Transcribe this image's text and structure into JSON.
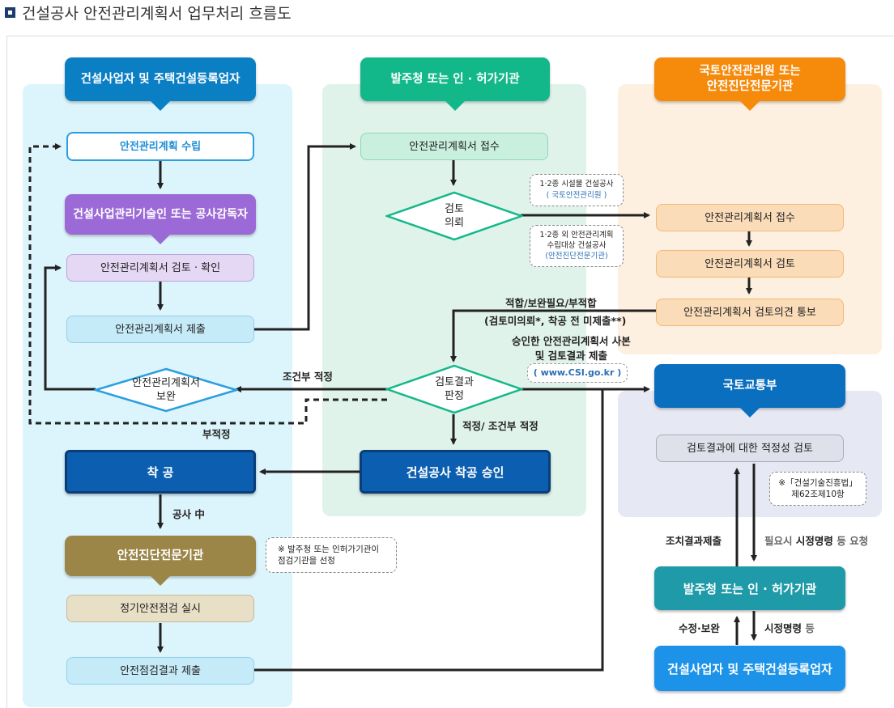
{
  "page_title": "건설공사 안전관리계획서 업무처리 흐름도",
  "columns": {
    "contractor": "건설사업자 및 주택건설등록업자",
    "orderer": "발주청 또는 인 · 허가기관",
    "kalis": "국토안전관리원 또는\n안전진단전문기관",
    "molit": "국토교통부"
  },
  "contractor_flow": {
    "plan": "안전관리계획 수립",
    "supervisor": "건설사업관리기술인 또는 공사감독자",
    "review_confirm": "안전관리계획서 검토 ·  확인",
    "submit": "안전관리계획서 제출",
    "supplement": "안전관리계획서\n보완",
    "start": "착 공",
    "under_construction": "공사 中",
    "expert_org": "안전진단전문기관",
    "regular_inspection": "정기안전점검 실시",
    "inspection_result": "안전점검결과 제출",
    "expert_note": "※ 발주청 또는 인허가기관이\n점검기관을 선정"
  },
  "orderer_flow": {
    "receive": "안전관리계획서 접수",
    "review_request": "검토\n의뢰",
    "judgement": "검토결과\n판정",
    "approval": "건설공사 착공 승인",
    "note_kalis_line1": "1·2종 시설물 건설공사",
    "note_kalis_line2": "( 국토안전관리원 )",
    "note_expert_line1": "1·2종 외 안전관리계획\n수립대상 건설공사",
    "note_expert_line2": "(안전진단전문기관)"
  },
  "kalis_flow": {
    "receive": "안전관리계획서 접수",
    "review": "안전관리계획서 검토",
    "notify": "안전관리계획서 검토의견 통보"
  },
  "molit_flow": {
    "adequacy_review": "검토결과에 대한 적정성 검토",
    "law_note": "※「건설기술진흥법」\n제62조제10항",
    "orderer": "발주청 또는 인 · 허가기관",
    "contractor": "건설사업자 및 주택건설등록업자"
  },
  "edge_labels": {
    "result_types": "적합/보완필요/부적합",
    "result_detail": "(검토미의뢰*, 착공 전 미제출**)",
    "approved_copy": "승인한 안전관리계획서 사본\n및 검토결과 제출",
    "csi_url": "( www.CSI.go.kr )",
    "conditional": "조건부 적정",
    "inadequate": "부적정",
    "adequate": "적정/ 조건부 적정",
    "action_result": "조치결과제출",
    "correction_request_prefix": "필요시 ",
    "correction_request_bold": "시정명령",
    "correction_request_suffix": " 등 요청",
    "revise": "수정·보완",
    "correction_order": "시정명령",
    "correction_order_suffix": " 등"
  },
  "colors": {
    "contractor_header": "#0b7fc4",
    "supervisor_header": "#9c6ad6",
    "orderer_header": "#13b88a",
    "kalis_header": "#f58a0b",
    "molit_header": "#0a6fbf",
    "start_button": "#0c5fb0",
    "expert_header": "#9b8547",
    "molit_orderer": "#1e9aa8",
    "molit_contractor": "#1c93e8"
  }
}
